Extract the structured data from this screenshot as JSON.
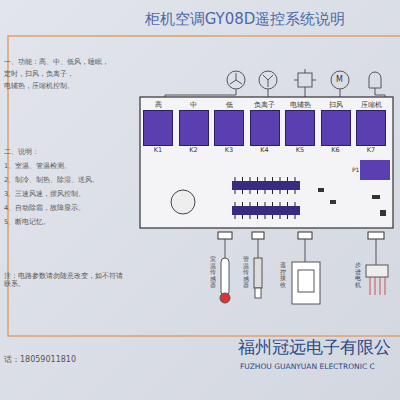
{
  "diagram": {
    "title": "柜机空调GY08D遥控系统说明",
    "nodes": [
      {
        "text": [
          "高",
          "K1"
        ]
      },
      {
        "text": [
          "中",
          "K2"
        ]
      },
      {
        "text": [
          "低",
          "K3"
        ]
      },
      {
        "text": [
          "负离子",
          "K4"
        ]
      },
      {
        "text": [
          "电辅热",
          "K5"
        ]
      },
      {
        "text": [
          "扫风",
          "K6"
        ]
      },
      {
        "text": [
          "压缩机",
          "K7"
        ]
      }
    ],
    "labels": [
      "一、功能：高、中、低风，睡眠，",
      "定时，扫风，负离子，",
      "电辅热，压缩机控制。",
      "二、说明：",
      "1、室温、管温检测。",
      "2、制冷、制热、除湿、送风。",
      "3、三速风速，摆风控制。",
      "4、自动除霜，故障显示。",
      "5、断电记忆。",
      "注：电路参数请勿随意改变，如不符请联系。",
      "话：18059011810",
      "福州冠远电子有限公",
      "FUZHOU GUANYUAN ELECTRONIC C",
      "P1",
      "M",
      "室温传感器",
      "管温传感器",
      "遥控接收",
      "步进电机"
    ]
  }
}
